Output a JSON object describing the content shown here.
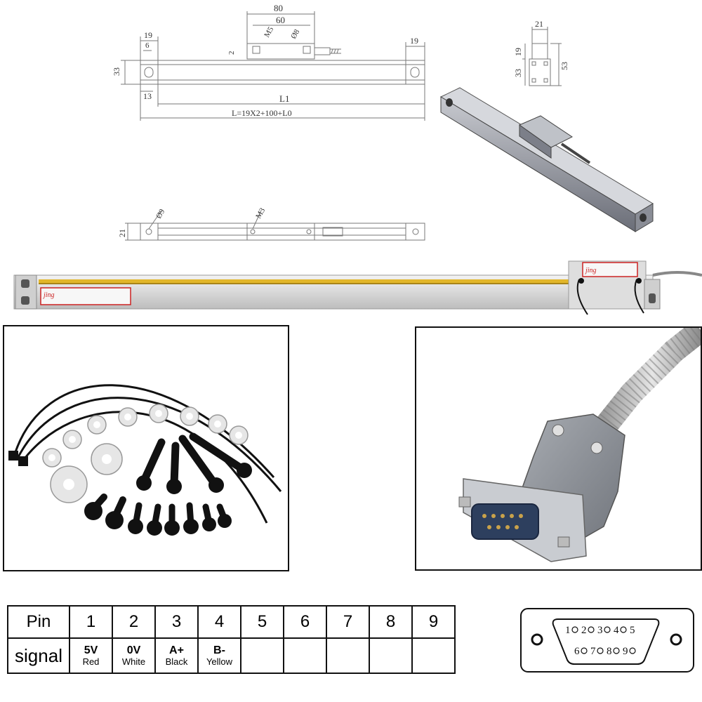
{
  "drawing": {
    "top_view": {
      "dim_80": "80",
      "dim_60": "60",
      "dim_19_left": "19",
      "dim_6": "6",
      "dim_19_right": "19",
      "dim_33": "33",
      "dim_13": "13",
      "dim_2": "2",
      "label_m5": "M5",
      "label_d8": "Ø8",
      "label_l1": "L1",
      "label_total": "L=19X2+100+L0"
    },
    "side_view": {
      "dim_21": "21",
      "dim_19": "19",
      "dim_33": "33",
      "dim_53": "53"
    },
    "bottom_view": {
      "dim_21": "21",
      "label_d9": "Ø9",
      "label_m3": "M3"
    }
  },
  "product": {
    "brand": "jing",
    "icon_scale": "linear-scale-image",
    "icon_3d": "linear-scale-3d-render"
  },
  "accessories": {
    "icon": "mounting-hardware-image"
  },
  "connector": {
    "icon": "db9-connector-image"
  },
  "pin_table": {
    "header_pin": "Pin",
    "header_signal": "signal",
    "pins": [
      "1",
      "2",
      "3",
      "4",
      "5",
      "6",
      "7",
      "8",
      "9"
    ],
    "signals": [
      {
        "main": "5V",
        "color": "Red"
      },
      {
        "main": "0V",
        "color": "White"
      },
      {
        "main": "A+",
        "color": "Black"
      },
      {
        "main": "B-",
        "color": "Yellow"
      },
      {
        "main": "",
        "color": ""
      },
      {
        "main": "",
        "color": ""
      },
      {
        "main": "",
        "color": ""
      },
      {
        "main": "",
        "color": ""
      },
      {
        "main": "",
        "color": ""
      }
    ]
  },
  "db9_diagram": {
    "row1": [
      "1",
      "2",
      "3",
      "4",
      "5"
    ],
    "row2": [
      "6",
      "7",
      "8",
      "9"
    ]
  }
}
